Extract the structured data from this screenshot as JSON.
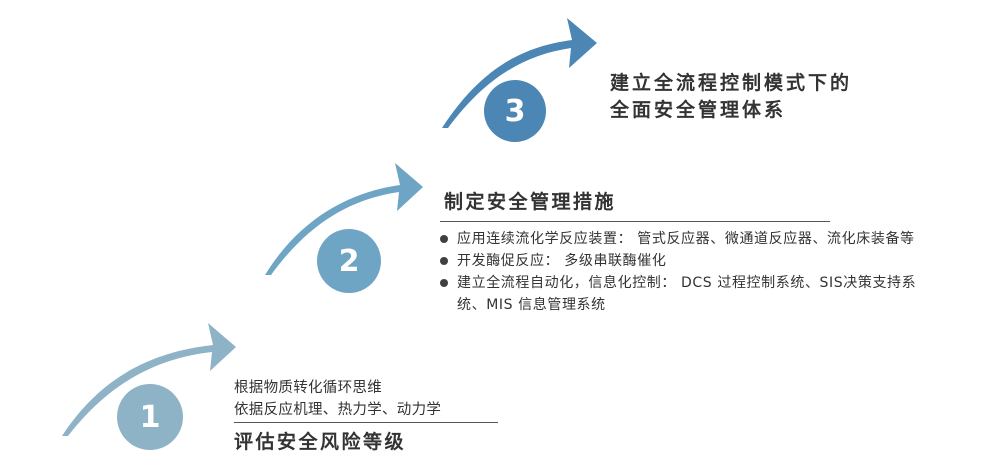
{
  "colors": {
    "arrow_1": "#8fb3c6",
    "arrow_2": "#6ea5c4",
    "arrow_3": "#4b86b4",
    "text": "#333333"
  },
  "steps": [
    {
      "number": "1",
      "lines": [
        "根据物质转化循环思维",
        "依据反应机理、热力学、动力学"
      ],
      "title": "评估安全风险等级"
    },
    {
      "number": "2",
      "title": "制定安全管理措施",
      "bullets": [
        "应用连续流化学反应装置：  管式反应器、微通道反应器、流化床装备等",
        "开发酶促反应：  多级串联酶催化",
        "建立全流程自动化，信息化控制：  DCS 过程控制系统、SIS决策支持系统、MIS 信息管理系统"
      ]
    },
    {
      "number": "3",
      "title_lines": [
        "建立全流程控制模式下的",
        "全面安全管理体系"
      ]
    }
  ]
}
